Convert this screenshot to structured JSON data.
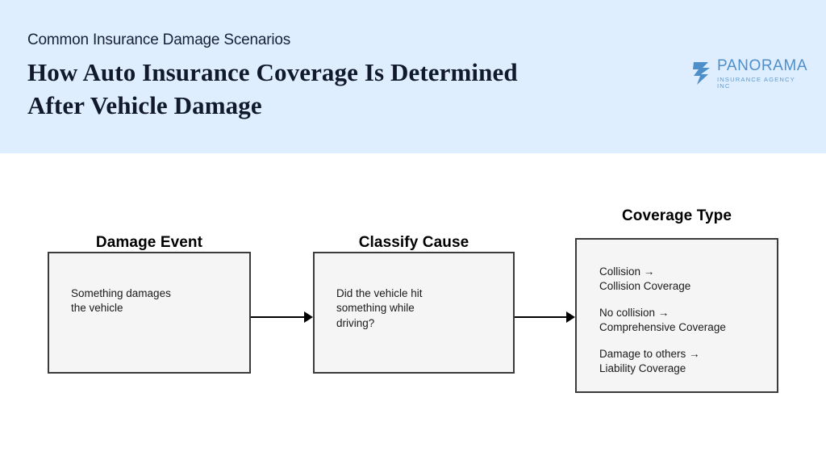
{
  "banner": {
    "eyebrow": "Common Insurance Damage Scenarios",
    "headline": "How Auto Insurance Coverage Is Determined After Vehicle Damage",
    "background_color": "#dfeeff",
    "text_color": "#111a2d"
  },
  "logo": {
    "name": "PANORAMA",
    "tagline": "INSURANCE AGENCY INC",
    "mark_color": "#4f8fc9",
    "text_color": "#4f8fc9"
  },
  "diagram": {
    "type": "flowchart",
    "direction": "left-to-right",
    "box_fill": "#f5f5f5",
    "box_border": "#3b3b3b",
    "nodes": [
      {
        "id": "damage-event",
        "title": "Damage Event",
        "body": "Something damages\nthe vehicle"
      },
      {
        "id": "classify-cause",
        "title": "Classify Cause",
        "body": "Did the vehicle hit\nsomething while\ndriving?"
      },
      {
        "id": "coverage-type",
        "title": "Coverage Type",
        "items": [
          "Collision →\nCollision Coverage",
          "No collision →\nComprehensive Coverage",
          "Damage to others →\nLiability Coverage"
        ]
      }
    ],
    "edges": [
      {
        "from": "damage-event",
        "to": "classify-cause",
        "label": ""
      },
      {
        "from": "classify-cause",
        "to": "coverage-type",
        "label": ""
      }
    ]
  }
}
